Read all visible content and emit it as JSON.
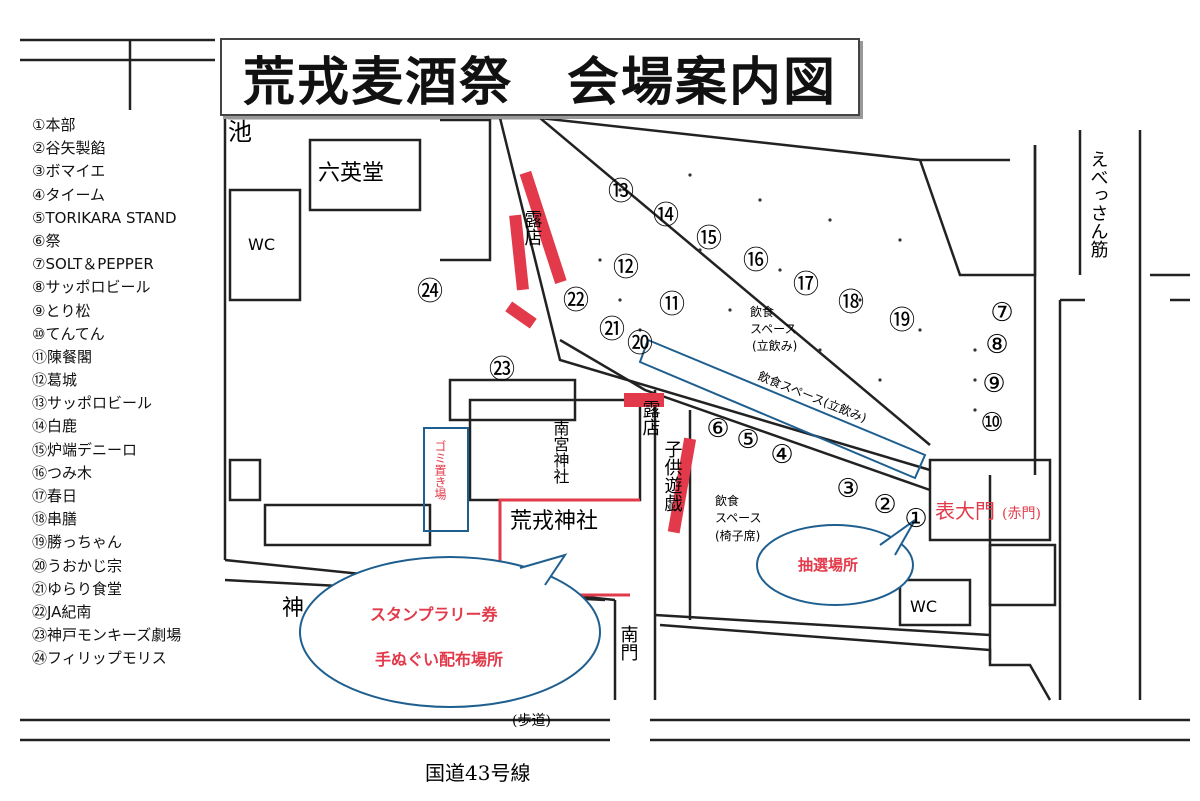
{
  "title": "荒戎麦酒祭　会場案内図",
  "legend": [
    "①本部",
    "②谷矢製餡",
    "③ボマイエ",
    "④タイーム",
    "⑤TORIKARA STAND",
    "⑥祭",
    "⑦SOLT＆PEPPER",
    "⑧サッポロビール",
    "⑨とり松",
    "⑩てんてん",
    "⑪陳餐閣",
    "⑫葛城",
    "⑬サッポロビール",
    "⑭白鹿",
    "⑮炉端デニーロ",
    "⑯つみ木",
    "⑰春日",
    "⑱串膳",
    "⑲勝っちゃん",
    "⑳うおかじ宗",
    "㉑ゆらり食堂",
    "㉒JA紀南",
    "㉓神戸モンキーズ劇場",
    "㉔フィリップモリス"
  ],
  "map_labels": {
    "ike": "池",
    "rokueido": "六英堂",
    "wc_left": "WC",
    "wc_right": "WC",
    "roten_1": "露店",
    "roten_2": "露店",
    "kodomo_yugi": "子供遊戯",
    "nangu_jinja": "南宮神社",
    "ebisu_jinja": "荒戎神社",
    "gomi": "ゴミ置き場",
    "inshoku_standing_1": "飲食\nスペース\n(立飲み)",
    "inshoku_standing_2": "飲食スペース(立飲み)",
    "inshoku_chairs": "飲食\nスペース\n(椅子席)",
    "omote_daimon": "表大門",
    "akamon": "(赤門)",
    "chusen": "抽選場所",
    "stamp_1": "スタンプラリー券",
    "stamp_2": "手ぬぐい配布場所",
    "nanmon": "南門",
    "kami": "神",
    "hodo": "(歩道)",
    "kokudo": "国道43号線",
    "ebessan_suji": "えべっさん筋"
  },
  "booth_numbers": [
    "①",
    "②",
    "③",
    "④",
    "⑤",
    "⑥",
    "⑦",
    "⑧",
    "⑨",
    "⑩",
    "⑪",
    "⑫",
    "⑬",
    "⑭",
    "⑮",
    "⑯",
    "⑰",
    "⑱",
    "⑲",
    "⑳",
    "㉑",
    "㉒",
    "㉓",
    "㉔"
  ],
  "colors": {
    "red": "#e23a4a",
    "blue": "#1f5f8f",
    "line": "#222222"
  }
}
